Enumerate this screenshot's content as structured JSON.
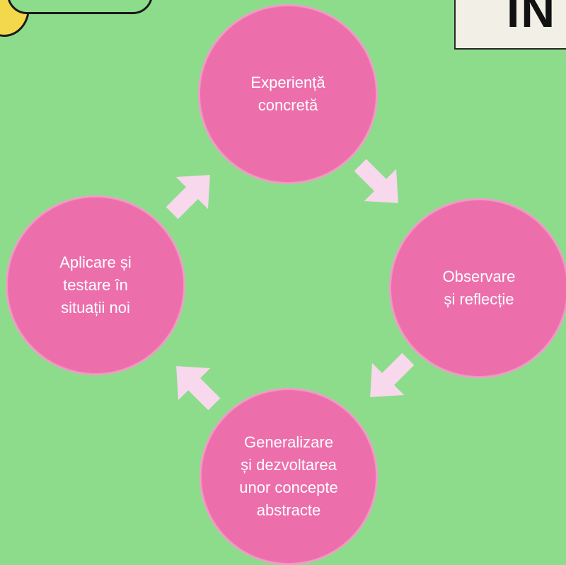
{
  "header": {
    "title_fragment": "IN"
  },
  "diagram": {
    "nodes": [
      {
        "id": "top",
        "label": "Experiență\nconcretă"
      },
      {
        "id": "right",
        "label": "Observare\nși reflecție"
      },
      {
        "id": "bottom",
        "label": "Generalizare\nși dezvoltarea\nunor concepte\nabstracte"
      },
      {
        "id": "left",
        "label": "Aplicare și\ntestare în\nsituații noi"
      }
    ],
    "colors": {
      "background": "#8cdc8c",
      "node_fill": "#ec6fac",
      "arrow_fill": "#f8d8ec"
    },
    "flow": "clockwise"
  }
}
